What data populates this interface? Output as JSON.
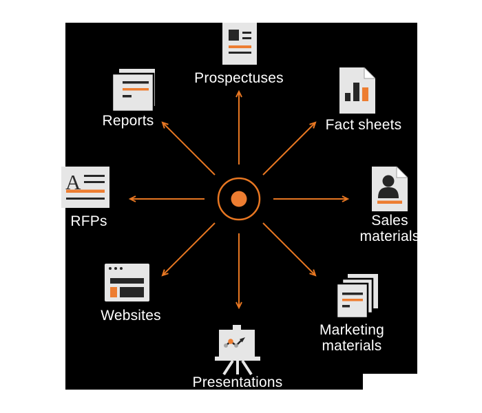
{
  "diagram": {
    "type": "hub-and-spoke",
    "description": "Central orange hub radiating eight arrows to content types",
    "colors": {
      "page_background": "#FFFFFF",
      "panel_background": "#000000",
      "accent_orange": "#ED7D31",
      "arrow_orange": "#E87722",
      "icon_light_gray": "#E6E6E6",
      "icon_dark": "#262626",
      "icon_mid_gray": "#A6A6A6",
      "label_text": "#FFFFFF"
    },
    "hub": {
      "shape": "orange ring with solid orange dot"
    },
    "nodes": [
      {
        "position": "top",
        "label": "Prospectuses",
        "icon": "prospectus-document-icon"
      },
      {
        "position": "top-right",
        "label": "Fact sheets",
        "icon": "fact-sheet-bar-chart-icon"
      },
      {
        "position": "right",
        "label": "Sales\nmaterials",
        "icon": "sales-contact-document-icon"
      },
      {
        "position": "bottom-right",
        "label": "Marketing\nmaterials",
        "icon": "marketing-document-stack-icon"
      },
      {
        "position": "bottom",
        "label": "Presentations",
        "icon": "presentation-easel-icon"
      },
      {
        "position": "bottom-left",
        "label": "Websites",
        "icon": "website-browser-icon"
      },
      {
        "position": "left",
        "label": "RFPs",
        "icon": "rfp-letter-document-icon",
        "icon_letter": "A"
      },
      {
        "position": "top-left",
        "label": "Reports",
        "icon": "report-documents-icon"
      }
    ]
  }
}
